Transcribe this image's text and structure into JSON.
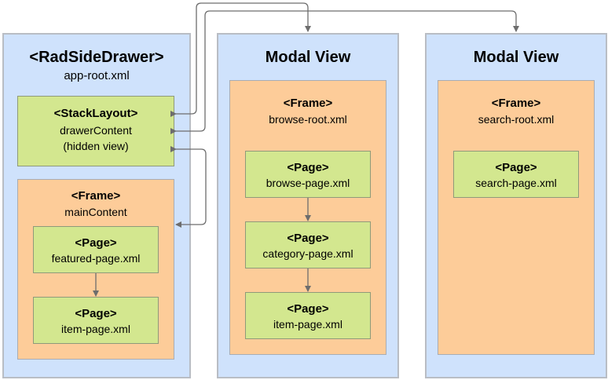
{
  "drawer_panel": {
    "title": "<RadSideDrawer>",
    "file": "app-root.xml"
  },
  "stack_layout": {
    "title": "<StackLayout>",
    "line1": "drawerContent",
    "line2": "(hidden view)"
  },
  "main_frame": {
    "title": "<Frame>",
    "file": "mainContent"
  },
  "featured_page": {
    "title": "<Page>",
    "file": "featured-page.xml"
  },
  "drawer_item_page": {
    "title": "<Page>",
    "file": "item-page.xml"
  },
  "browse_modal": {
    "title": "Modal View"
  },
  "browse_frame": {
    "title": "<Frame>",
    "file": "browse-root.xml"
  },
  "browse_page": {
    "title": "<Page>",
    "file": "browse-page.xml"
  },
  "category_page": {
    "title": "<Page>",
    "file": "category-page.xml"
  },
  "browse_item_page": {
    "title": "<Page>",
    "file": "item-page.xml"
  },
  "search_modal": {
    "title": "Modal View"
  },
  "search_frame": {
    "title": "<Frame>",
    "file": "search-root.xml"
  },
  "search_page": {
    "title": "<Page>",
    "file": "search-page.xml"
  },
  "colors": {
    "panel": "#cfe2fc",
    "frame": "#fdcc99",
    "page": "#d3e78f",
    "connector": "#6d6d6d"
  }
}
